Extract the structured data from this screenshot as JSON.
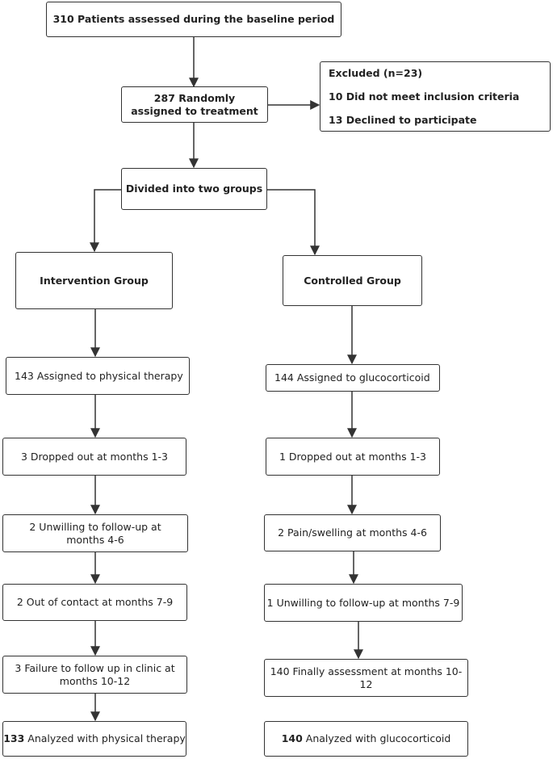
{
  "baseline": "310 Patients assessed during the baseline period",
  "randomized": "287 Randomly assigned to treatment",
  "excluded": {
    "title": "Excluded (n=23)",
    "reason1": "10 Did not meet inclusion criteria",
    "reason2": "13 Declined to participate"
  },
  "divided": "Divided into two groups",
  "intervention": {
    "group": "Intervention Group",
    "assigned": "143 Assigned to physical therapy",
    "step1": "3 Dropped out at months 1-3",
    "step2": "2 Unwilling to follow-up at months 4-6",
    "step3": "2 Out of contact at months 7-9",
    "step4": "3 Failure to follow up in clinic at months 10-12",
    "analyzed_n": "133",
    "analyzed_text": "Analyzed with physical therapy"
  },
  "control": {
    "group": "Controlled Group",
    "assigned": "144 Assigned to glucocorticoid",
    "step1": "1 Dropped out at months 1-3",
    "step2": "2 Pain/swelling at months 4-6",
    "step3": "1 Unwilling to follow-up at months 7-9",
    "step4": "140 Finally assessment at months 10-12",
    "analyzed_n": "140",
    "analyzed_text": "Analyzed with glucocorticoid"
  }
}
